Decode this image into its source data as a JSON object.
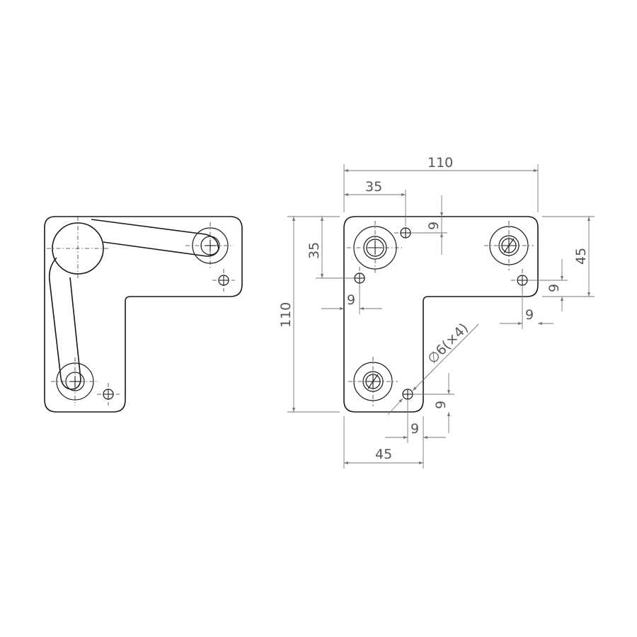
{
  "dimensions": {
    "overall_width": "110",
    "offset_top": "35",
    "overall_height": "110",
    "offset_left": "35",
    "right_arm_height": "45",
    "bottom_arm_width": "45",
    "hole_spacing_top_v": "9",
    "hole_spacing_left_h": "9",
    "hole_spacing_right_v": "9",
    "hole_spacing_right_h": "9",
    "hole_spacing_bottom_v": "9",
    "hole_spacing_bottom_h": "9",
    "hole_callout": "∅6(×4)"
  }
}
